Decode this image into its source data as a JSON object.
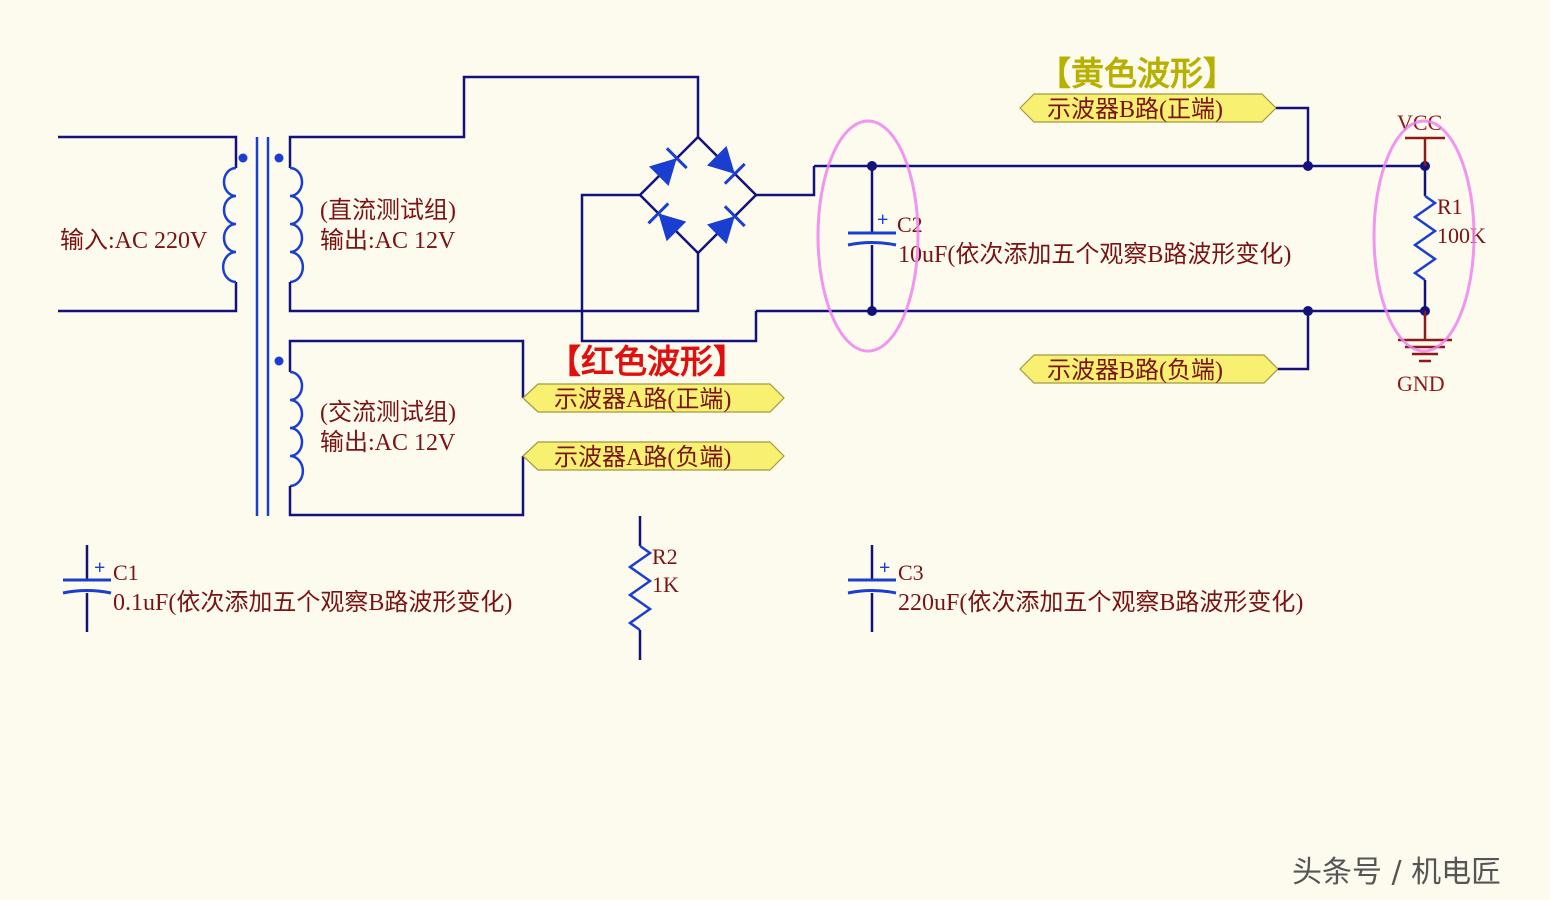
{
  "transformer": {
    "input_label": "输入:AC 220V",
    "dc_group_name": "(直流测试组)",
    "dc_group_output": "输出:AC 12V",
    "ac_group_name": "(交流测试组)",
    "ac_group_output": "输出:AC 12V"
  },
  "annotations": {
    "red_waveform": "【红色波形】",
    "yellow_waveform": "【黄色波形】"
  },
  "ports": {
    "scope_a_pos": "示波器A路(正端)",
    "scope_a_neg": "示波器A路(负端)",
    "scope_b_pos": "示波器B路(正端)",
    "scope_b_neg": "示波器B路(负端)"
  },
  "components": {
    "c2": {
      "designator": "C2",
      "value": "10uF(依次添加五个观察B路波形变化)"
    },
    "r1": {
      "designator": "R1",
      "value": "100K"
    },
    "c1": {
      "designator": "C1",
      "value": "0.1uF(依次添加五个观察B路波形变化)"
    },
    "r2": {
      "designator": "R2",
      "value": "1K"
    },
    "c3": {
      "designator": "C3",
      "value": "220uF(依次添加五个观察B路波形变化)"
    }
  },
  "power": {
    "vcc": "VCC",
    "gnd": "GND",
    "plus_sign": "+"
  },
  "watermark": "头条号 / 机电匠",
  "colors": {
    "background": "#fdfbee",
    "wire": "#12127a",
    "symbol": "#1a3fd0",
    "label_text": "#7a1414",
    "red_annotation": "#e01010",
    "yellow_annotation": "#b8b000",
    "port_fill": "#f8f070",
    "highlight_ellipse": "#ee82ee"
  }
}
